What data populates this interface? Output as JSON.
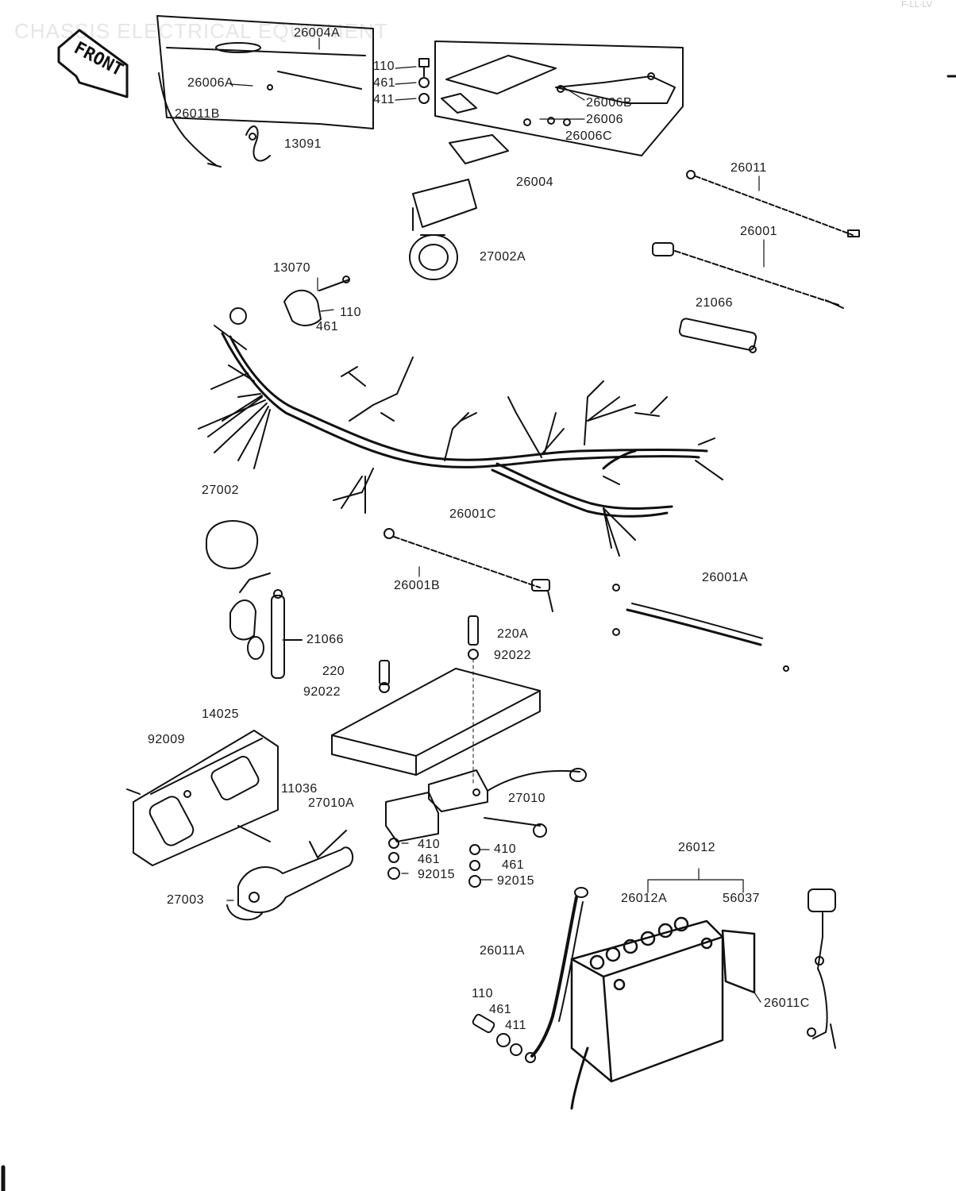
{
  "diagram": {
    "title": "CHASSIS ELECTRICAL EQUIPMENT",
    "corner_mark": "F-LL-LV",
    "front_label": "FRONT"
  },
  "labels": {
    "l26004A": "26004A",
    "l26006A": "26006A",
    "l26011B": "26011B",
    "l13091": "13091",
    "l110a": "110",
    "l461a": "461",
    "l411a": "411",
    "l26006B": "26006B",
    "l26006": "26006",
    "l26006C": "26006C",
    "l26004": "26004",
    "l27002A": "27002A",
    "l26011": "26011",
    "l26001": "26001",
    "l21066a": "21066",
    "l13070": "13070",
    "l110b": "110",
    "l461b": "461",
    "l27002": "27002",
    "l26001C": "26001C",
    "l26001B": "26001B",
    "l26001A": "26001A",
    "l21066b": "21066",
    "l220A": "220A",
    "l92022a": "92022",
    "l220": "220",
    "l92022b": "92022",
    "l14025": "14025",
    "l92009": "92009",
    "l11036": "11036",
    "l27010A": "27010A",
    "l27010": "27010",
    "l410a": "410",
    "l461c": "461",
    "l92015a": "92015",
    "l410b": "410",
    "l461d": "461",
    "l92015b": "92015",
    "l27003": "27003",
    "l26012": "26012",
    "l26012A": "26012A",
    "l56037": "56037",
    "l26011A": "26011A",
    "l110c": "110",
    "l461e": "461",
    "l411b": "411",
    "l26011C": "26011C"
  }
}
